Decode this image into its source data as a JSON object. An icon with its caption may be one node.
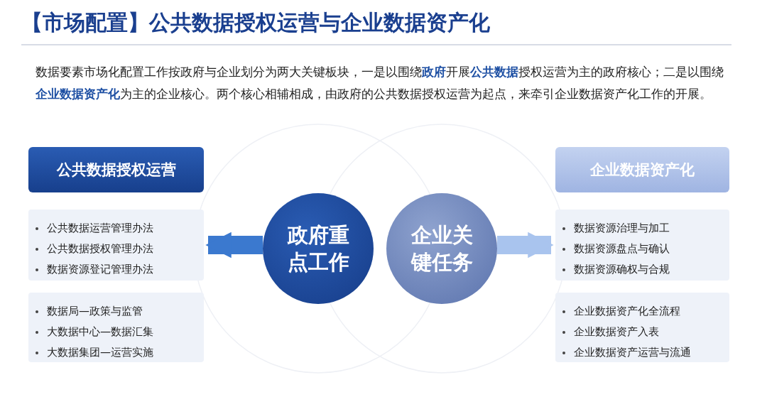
{
  "diagram": {
    "title": "【市场配置】公共数据授权运营与企业数据资产化",
    "nodes": [
      {
        "text": [
          "公共数据授权运营"
        ]
      },
      {
        "text": [
          "公共数据运营管理办法",
          "公共数据授权管理办法",
          "数据资源登记管理办法"
        ]
      },
      {
        "text": [
          "数据局—政策与监管",
          "大数据中心—数据汇集",
          "大数据集团—运营实施"
        ]
      },
      {
        "text": [
          "政府重点工作"
        ]
      },
      {
        "text": [
          "企业关键任务"
        ]
      },
      {
        "text": [
          "企业数据资产化"
        ]
      },
      {
        "text": [
          "数据资源治理与加工",
          "数据资源盘点与确认",
          "数据资源确权与合规"
        ]
      },
      {
        "text": [
          "企业数据资产化全流程",
          "企业数据资产入表",
          "企业数据资产运营与流通"
        ]
      }
    ],
    "edges": [
      {
        "from": 3,
        "to": 1,
        "arrow": "to"
      },
      {
        "from": 4,
        "to": 6,
        "arrow": "to",
        "color": "#a9c4ee"
      }
    ],
    "labels": [
      "数据要素市场化配置工作按政府与企业划分为两大关键板块，一是以围绕**政府**开展**公共数据**授权运营为主的政府核心；二是以围绕**企业数据资产化**为主的企业核心。两个核心相辅相成，由政府的公共数据授权运营为起点，来牵引企业数据资产化工作的开展。"
    ]
  }
}
